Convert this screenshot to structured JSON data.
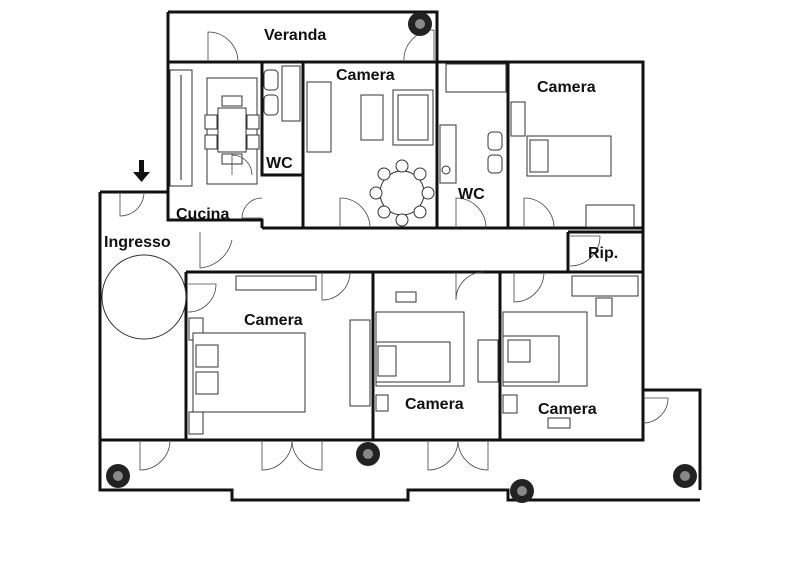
{
  "rooms": {
    "veranda": "Veranda",
    "camera_top_mid": "Camera",
    "camera_top_right": "Camera",
    "wc_left": "WC",
    "wc_right": "WC",
    "cucina": "Cucina",
    "ingresso": "Ingresso",
    "ripostiglio": "Rip.",
    "camera_bottom_left": "Camera",
    "camera_bottom_mid": "Camera",
    "camera_bottom_right": "Camera"
  },
  "entrance_marker": "entrance-arrow-icon",
  "plant_icon": "plant-icon"
}
